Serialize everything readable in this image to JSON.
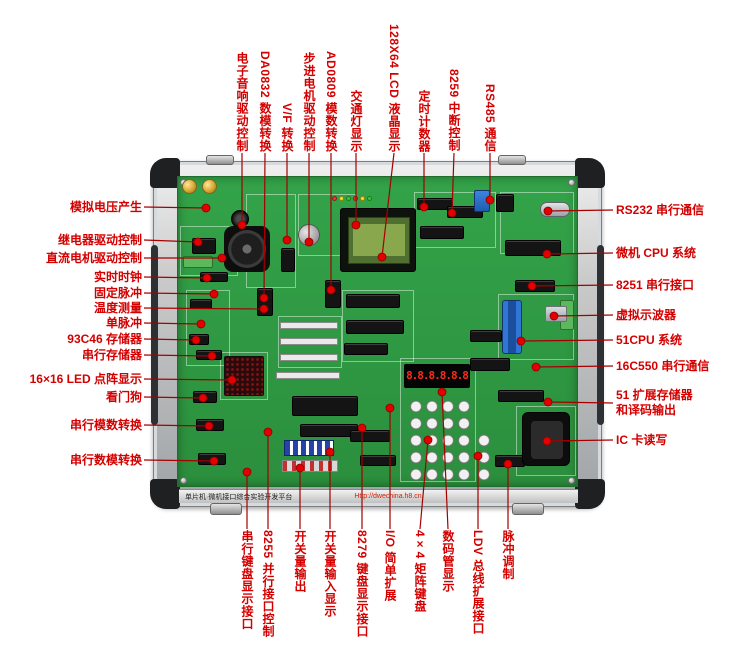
{
  "colors": {
    "accent_red": "#d40000",
    "callout_line": "#a40000",
    "pcb_green": "#2f9b43",
    "case_silver": "#c9c9c9"
  },
  "labels": {
    "top": [
      "电子音响驱动控制",
      "DA0832 数模转换",
      "V/F 转换",
      "步进电机驱动控制",
      "AD0809 模数转换",
      "交通灯显示",
      "128X64 LCD 液晶显示",
      "定时计数器",
      "8259 中断控制",
      "RS485 通信"
    ],
    "left": [
      "模拟电压产生",
      "继电器驱动控制",
      "直流电机驱动控制",
      "实时时钟",
      "固定脉冲",
      "温度测量",
      "单脉冲",
      "93C46 存储器",
      "串行存储器",
      "16×16 LED 点阵显示",
      "看门狗",
      "串行模数转换",
      "串行数模转换"
    ],
    "right": [
      "RS232 串行通信",
      "微机 CPU 系统",
      "8251 串行接口",
      "虚拟示波器",
      "51CPU 系统",
      "16C550 串行通信",
      "51 扩展存储器和译码输出",
      "IC 卡读写"
    ],
    "bottom": [
      "串行键盘显示接口",
      "8255 并行接口控制",
      "开关量输出",
      "开关量输入显示",
      "8279 键盘显示接口",
      "I/O 简单扩展",
      "4×4 矩阵键盘",
      "数码管显示",
      "LDV 总线扩展接口",
      "脉冲调制"
    ]
  },
  "display": {
    "seven_segment_digits": "8.8.8.8.8.8"
  },
  "case_strip": {
    "left_text": "单片机·微机接口综合实验开发平台",
    "url_text": "Http://dwechina.h8.cn"
  }
}
